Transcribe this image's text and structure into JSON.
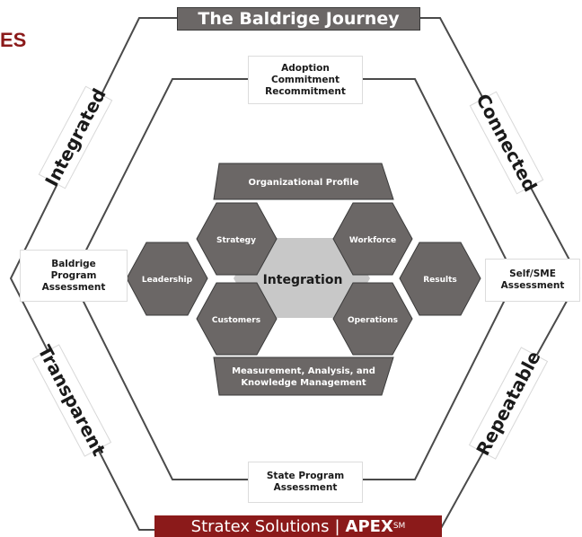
{
  "page_heading_fragment": "ES",
  "title": "The Baldrige Journey",
  "footer": {
    "company": "Stratex Solutions",
    "separator": "|",
    "product": "APEX",
    "mark": "SM"
  },
  "sides": {
    "top_right": "Connected",
    "bottom_right": "Repeatable",
    "bottom_left": "Transparent",
    "top_left": "Integrated"
  },
  "stages": {
    "top": [
      "Adoption",
      "Commitment",
      "Recommitment"
    ],
    "right": [
      "Self/SME",
      "Assessment"
    ],
    "bottom": [
      "State Program",
      "Assessment"
    ],
    "left": [
      "Baldrige",
      "Program",
      "Assessment"
    ]
  },
  "core": {
    "profile": "Organizational Profile",
    "strategy": "Strategy",
    "workforce": "Workforce",
    "leadership": "Leadership",
    "integration": "Integration",
    "results": "Results",
    "customers": "Customers",
    "operations": "Operations",
    "measurement": [
      "Measurement, Analysis, and",
      "Knowledge Management"
    ]
  },
  "colors": {
    "hex_dark": "#6b6766",
    "hex_center": "#c8c8c8",
    "line": "#4a4a4a",
    "accent_red": "#8b1a1a"
  }
}
